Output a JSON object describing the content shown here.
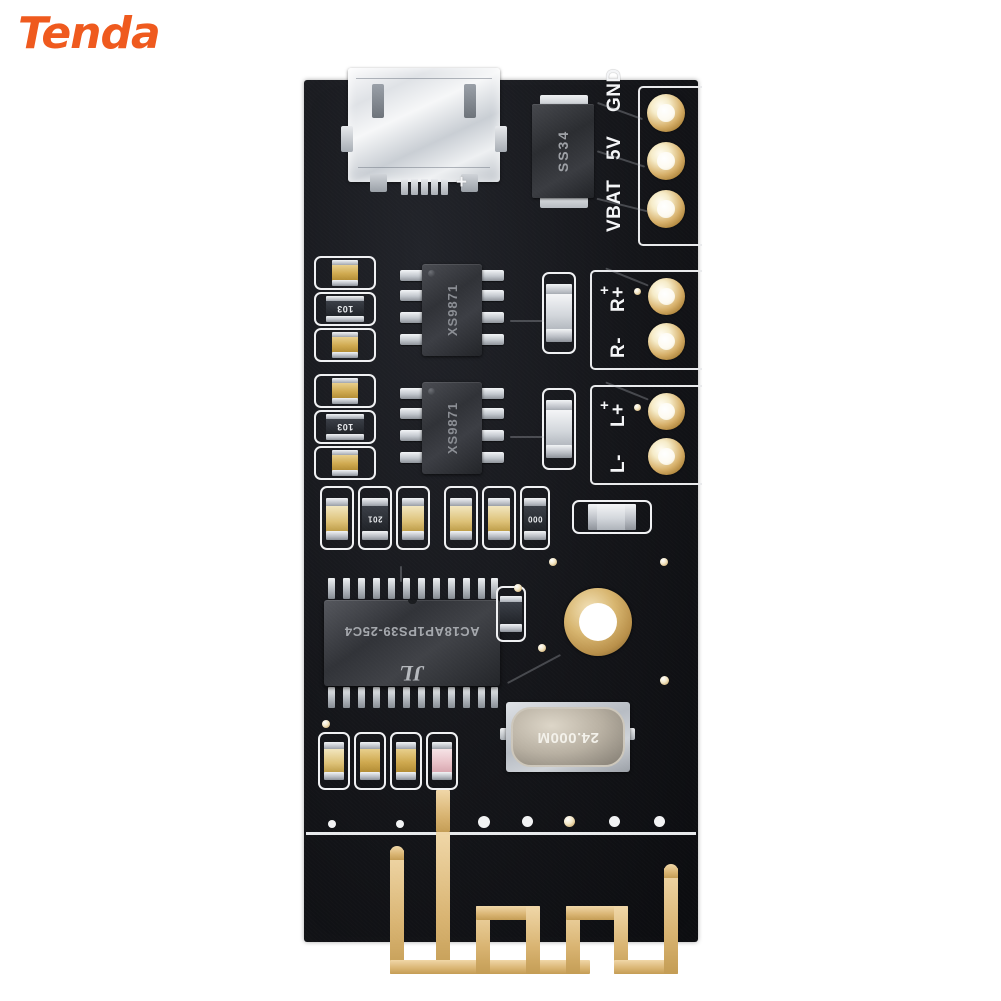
{
  "brand": {
    "name": "Tenda"
  },
  "board": {
    "description": "Bluetooth audio receiver amplifier PCB module, top view, black solder mask with gold immersion finish",
    "color_solder_mask": "#141519",
    "color_pad_gold": "#d7b06a",
    "color_silkscreen": "#f0f1f3",
    "background": "#ffffff"
  },
  "components": {
    "usb": {
      "name": "micro-usb-connector",
      "type": "Micro USB Type-B female",
      "pin_count": 5
    },
    "diode": {
      "ref": "SS34",
      "marking": "SS34",
      "type": "SMA Schottky diode"
    },
    "ic_top": {
      "marking": "XS9871",
      "package": "SOP-8"
    },
    "ic_mid": {
      "marking": "XS9871",
      "package": "SOP-8"
    },
    "main_ic": {
      "marking": "AC18AP1PS39-25C4",
      "logo": "JL",
      "package": "SSOP-24"
    },
    "crystal": {
      "marking": "24.000M",
      "frequency": "24.000 MHz",
      "package": "HC-49SMD"
    },
    "mounting_hole": {
      "name": "mounting-hole"
    },
    "antenna": {
      "name": "pcb-meander-antenna",
      "material": "gold plated copper"
    },
    "resistors": [
      {
        "code": "103"
      },
      {
        "code": "103"
      },
      {
        "code": "201"
      },
      {
        "code": "000"
      }
    ]
  },
  "silkscreen_labels": {
    "power_header": [
      "GND",
      "5V",
      "VBAT"
    ],
    "right_channel": [
      "R+",
      "R-"
    ],
    "left_channel": [
      "L+",
      "L-"
    ],
    "marker_plus": "+"
  }
}
